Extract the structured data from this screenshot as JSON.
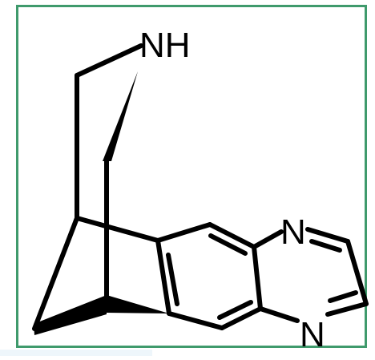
{
  "molecule": {
    "atoms": {
      "nh": "NH",
      "n_upper": "N",
      "n_lower": "N"
    },
    "colors": {
      "frame": "#3f9a6c",
      "bond": "#000000",
      "background": "#ffffff"
    }
  }
}
